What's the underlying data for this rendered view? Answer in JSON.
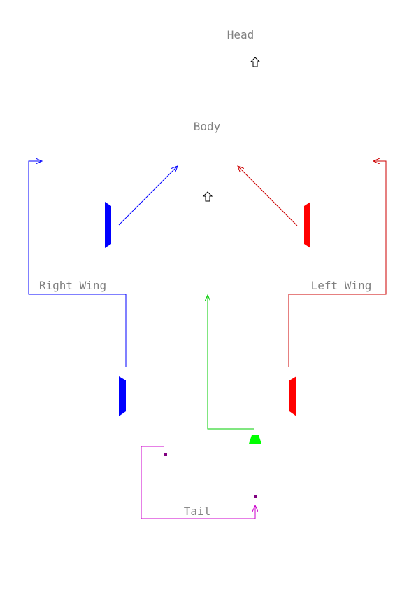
{
  "labels": {
    "head": "Head",
    "body": "Body",
    "right_wing": "Right Wing",
    "left_wing": "Left Wing",
    "tail": "Tail"
  },
  "colors": {
    "right_wing": "#0000ff",
    "left_wing": "#ff0000",
    "body_link": "#00cc00",
    "body_part": "#00ff00",
    "tail": "#cc00cc",
    "tail_point": "#800080",
    "label": "#808080",
    "background": "#ffffff"
  },
  "icons": {
    "head_marker": "up-arrow-outline-icon",
    "body_marker": "up-arrow-outline-icon"
  }
}
